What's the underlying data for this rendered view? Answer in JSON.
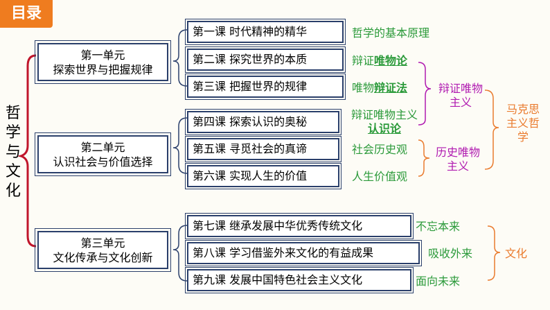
{
  "header": {
    "title": "目录"
  },
  "root": {
    "label": "哲学与文化",
    "chars": [
      "哲",
      "学",
      "与",
      "文",
      "化"
    ]
  },
  "units": [
    {
      "line1": "第一单元",
      "line2": "探索世界与把握规律"
    },
    {
      "line1": "第二单元",
      "line2": "认识社会与价值选择"
    },
    {
      "line1": "第三单元",
      "line2": "文化传承与文化创新"
    }
  ],
  "lessons": [
    "第一课  时代精神的精华",
    "第二课  探究世界的本质",
    "第三课  把握世界的规律",
    "第四课  探索认识的奥秘",
    "第五课  寻觅社会的真谛",
    "第六课  实现人生的价值",
    "第七课  继承发展中华优秀传统文化",
    "第八课  学习借鉴外来文化的有益成果",
    "第九课  发展中国特色社会主义文化"
  ],
  "notes": {
    "n1": "哲学的基本原理",
    "n2_prefix": "辩证",
    "n2_emph": "唯物论",
    "n3_prefix": "唯物",
    "n3_emph": "辩证法",
    "n4_line1": "辩证唯物主义",
    "n4_line2": "认识论",
    "n5": "社会历史观",
    "n6": "人生价值观",
    "n7": "不忘本来",
    "n8": "吸收外来",
    "n9": "面向未来"
  },
  "groups": {
    "dialectical_line1": "辩证唯物",
    "dialectical_line2": "主义",
    "historical_line1": "历史唯物",
    "historical_line2": "主义",
    "marxism_line1": "马克思",
    "marxism_line2": "主义哲",
    "marxism_line3": "学",
    "culture": "文化"
  },
  "colors": {
    "header_bg": "#ef7c1f",
    "box_border": "#2a3f6b",
    "root_brace": "#c0152b",
    "notes_green": "#2b9a3a",
    "groups_magenta": "#b01ab0",
    "groups_orange": "#ea7b2e"
  }
}
